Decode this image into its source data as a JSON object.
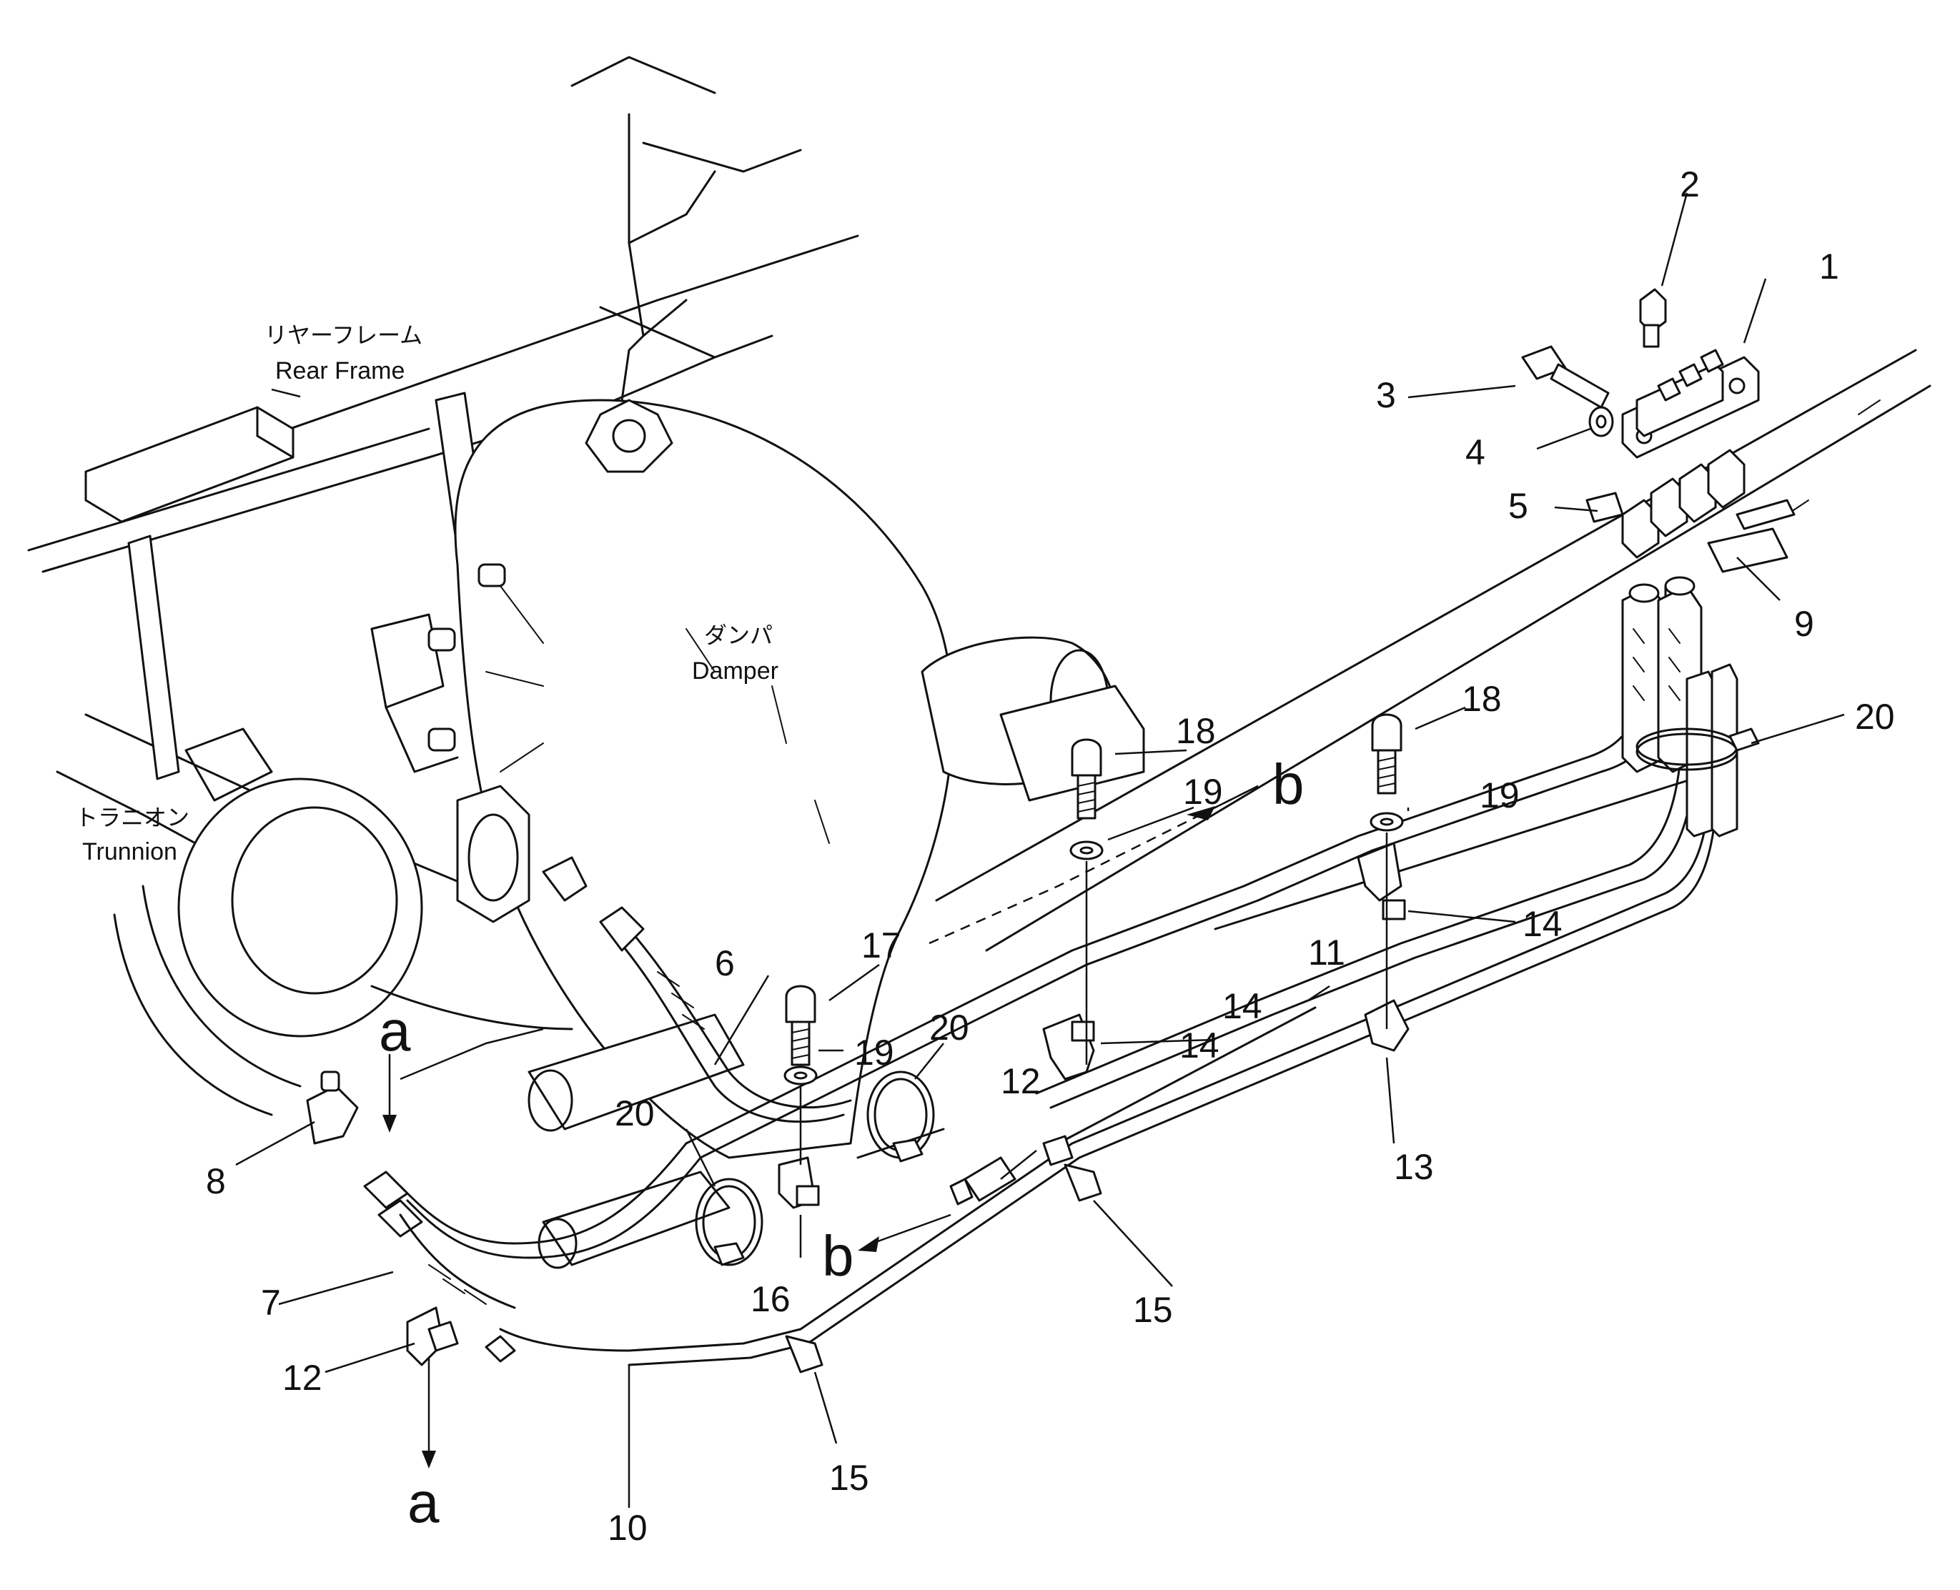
{
  "callouts": {
    "c1": "1",
    "c2": "2",
    "c3": "3",
    "c4": "4",
    "c5": "5",
    "c6": "6",
    "c7": "7",
    "c8": "8",
    "c9": "9",
    "c10": "10",
    "c11": "11",
    "c12a": "12",
    "c12b": "12",
    "c13": "13",
    "c14a": "14",
    "c14b": "14",
    "c14c": "14",
    "c15a": "15",
    "c15b": "15",
    "c16": "16",
    "c17": "17",
    "c18a": "18",
    "c18b": "18",
    "c19a": "19",
    "c19b": "19",
    "c19c": "19",
    "c20a": "20",
    "c20b": "20",
    "c20c": "20"
  },
  "view_markers": {
    "a_top": "a",
    "a_bottom": "a",
    "b_top": "b",
    "b_bottom": "b"
  },
  "labels": {
    "rear_frame_jp": "リヤーフレーム",
    "rear_frame_en": "Rear Frame",
    "damper_jp": "ダンパ",
    "damper_en": "Damper",
    "trunnion_jp": "トラニオン",
    "trunnion_en": "Trunnion"
  }
}
